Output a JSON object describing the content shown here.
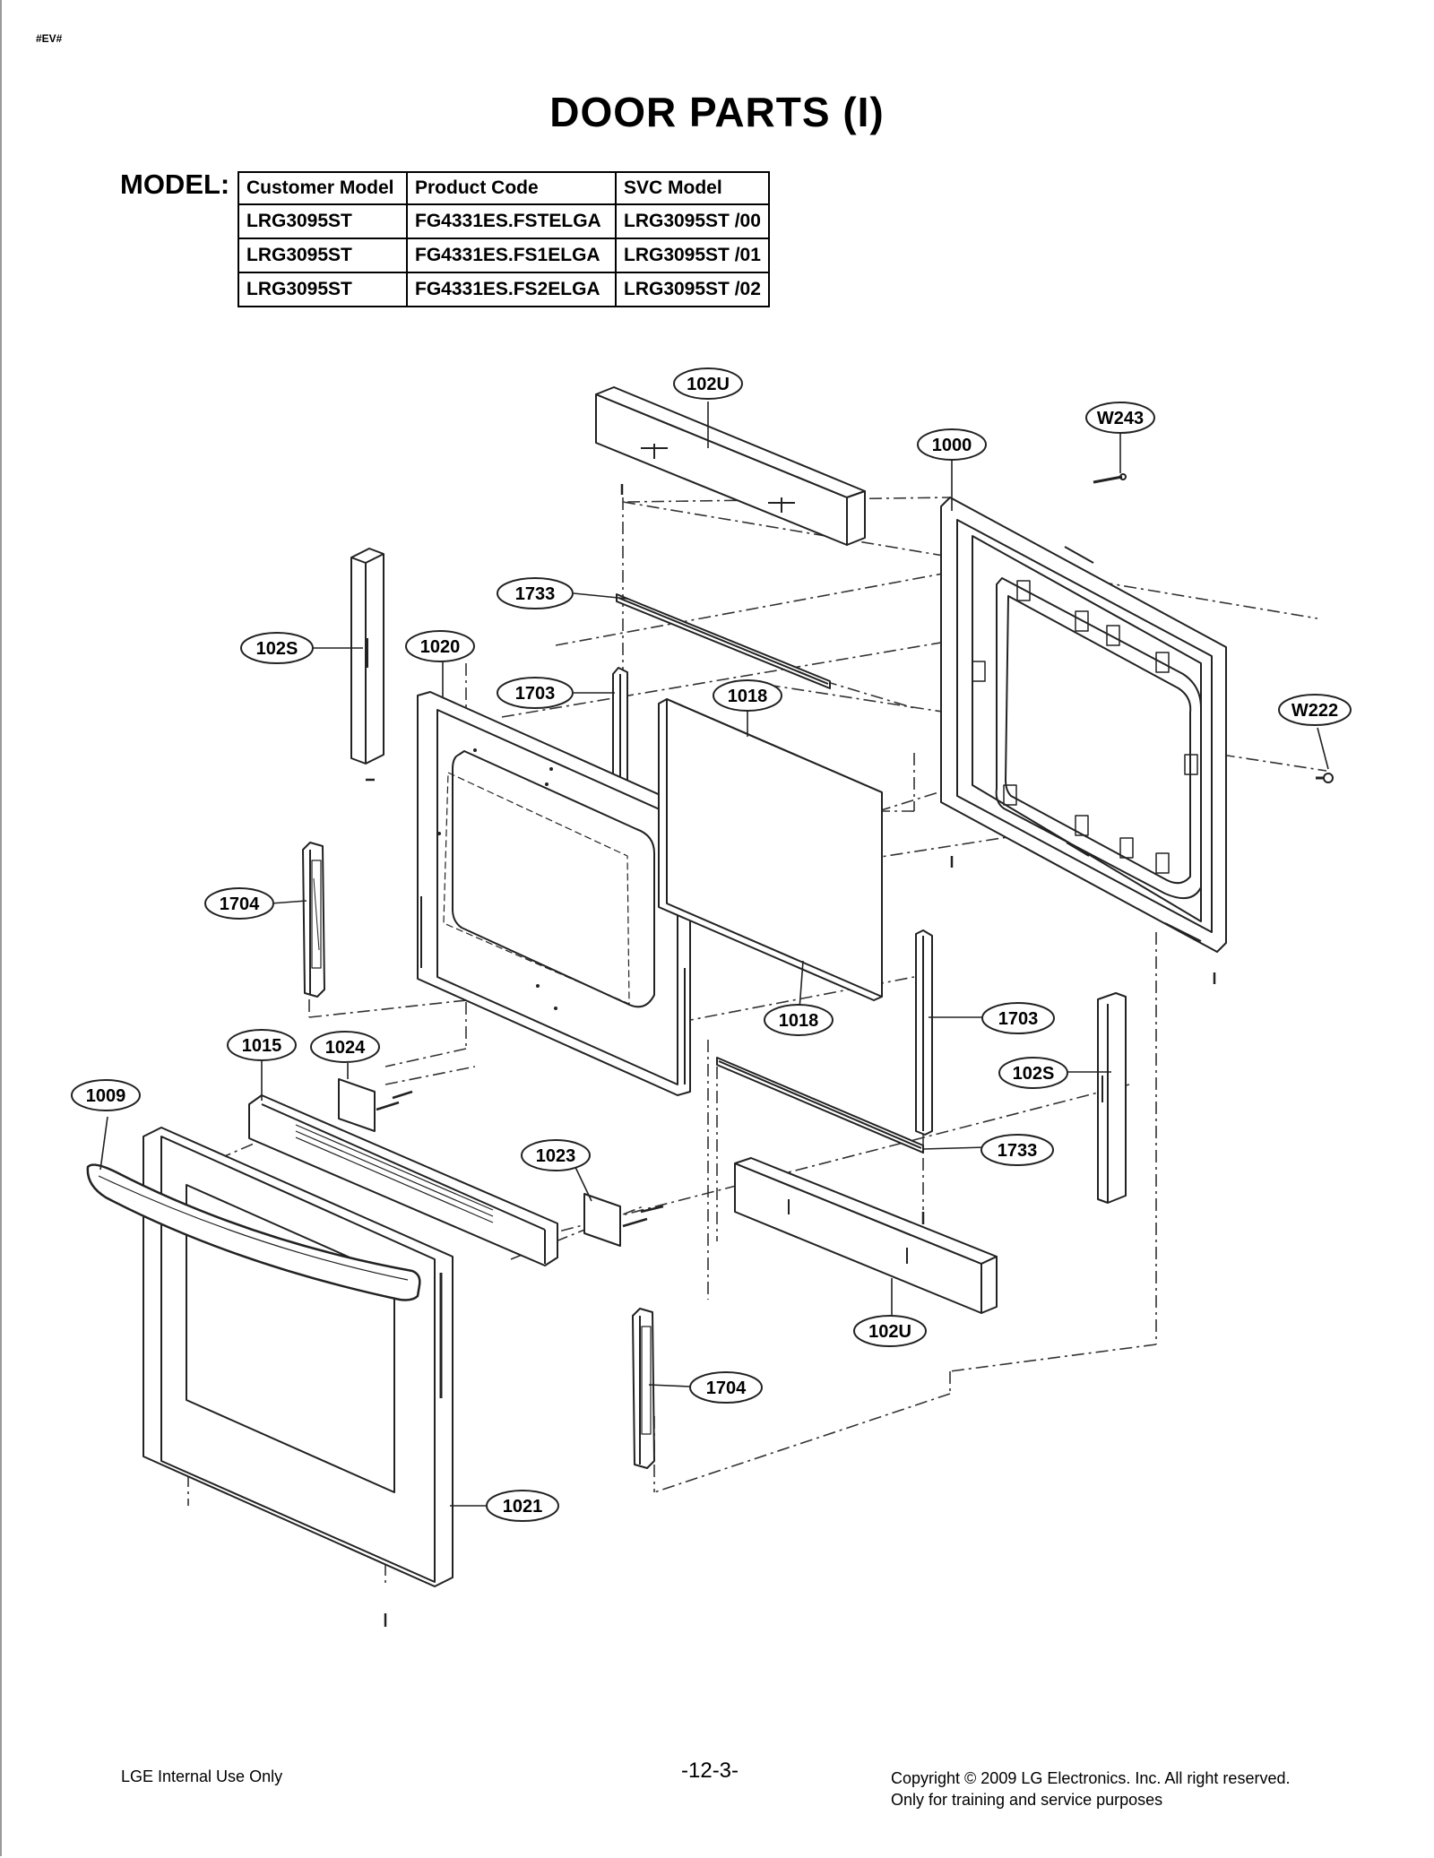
{
  "header": {
    "tag": "#EV#",
    "title": "DOOR PARTS (I)"
  },
  "model": {
    "label": "MODEL:",
    "columns": [
      "Customer Model",
      "Product Code",
      "SVC Model"
    ],
    "rows": [
      [
        "LRG3095ST",
        "FG4331ES.FSTELGA",
        "LRG3095ST /00"
      ],
      [
        "LRG3095ST",
        "FG4331ES.FS1ELGA",
        "LRG3095ST /01"
      ],
      [
        "LRG3095ST",
        "FG4331ES.FS2ELGA",
        "LRG3095ST /02"
      ]
    ]
  },
  "callouts": [
    "102U",
    "W243",
    "1000",
    "1733",
    "102S",
    "1020",
    "1703",
    "1018",
    "W222",
    "1704",
    "1018",
    "1703",
    "102S",
    "1015",
    "1024",
    "1009",
    "1733",
    "1023",
    "102U",
    "1704",
    "1021"
  ],
  "footer": {
    "left": "LGE Internal Use Only",
    "center": "-12-3-",
    "right_line1": "Copyright © 2009 LG Electronics. Inc. All right reserved.",
    "right_line2": "Only for training and service purposes"
  }
}
